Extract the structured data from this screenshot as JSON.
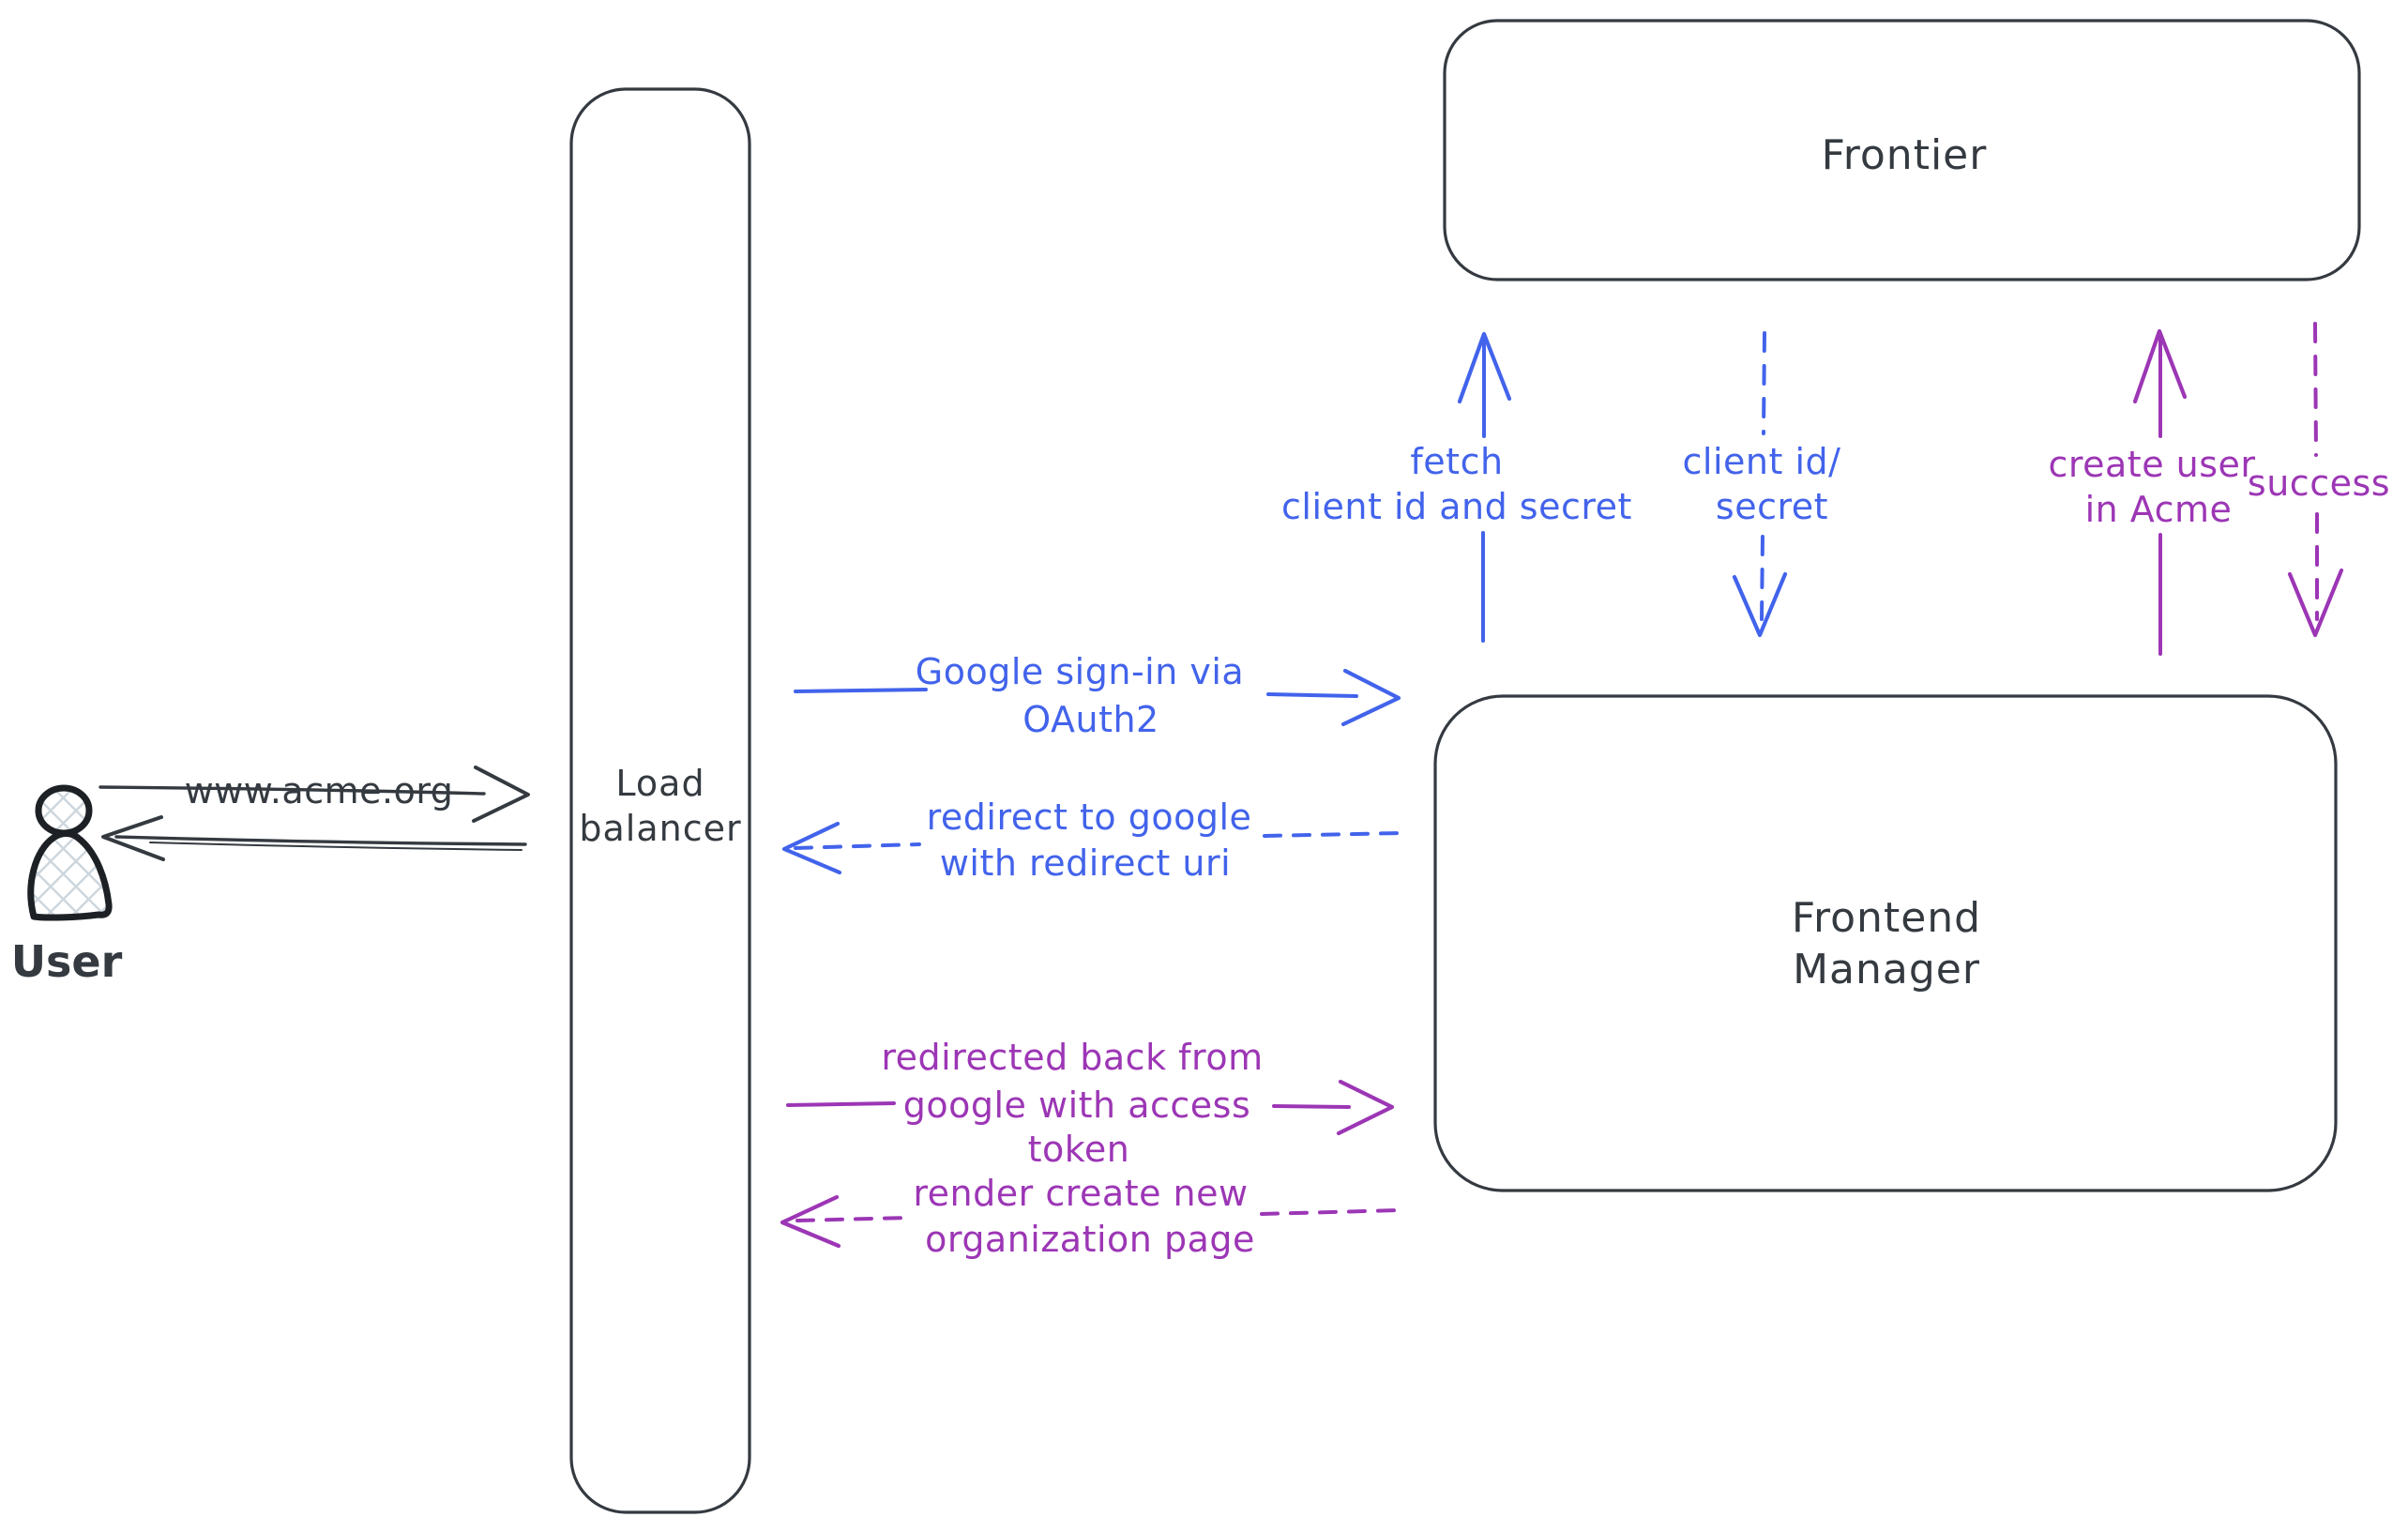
{
  "colors": {
    "ink": "#343a40",
    "blue": "#4263eb",
    "purple": "#9c36b5",
    "hatch": "#cdd6dd",
    "background": "#ffffff"
  },
  "nodes": {
    "user": {
      "label": "User"
    },
    "load_balancer": {
      "line1": "Load",
      "line2": "balancer"
    },
    "frontier": {
      "label": "Frontier"
    },
    "frontend_manager": {
      "line1": "Frontend",
      "line2": "Manager"
    }
  },
  "edges": {
    "acme_request": {
      "label": "www.acme.org"
    },
    "google_signin": {
      "line1": "Google sign-in via",
      "line2": "OAuth2"
    },
    "redirect_google": {
      "line1": "redirect to google",
      "line2": "with redirect uri"
    },
    "fetch_credentials": {
      "line1": "fetch",
      "line2": "client id and secret"
    },
    "client_id_secret": {
      "line1": "client id/",
      "line2": "secret"
    },
    "create_user": {
      "line1": "create user",
      "line2": "in Acme"
    },
    "success": {
      "label": "success"
    },
    "redirected_back": {
      "line1": "redirected back from",
      "line2": "google with access",
      "line3": "token"
    },
    "render_org_page": {
      "line1": "render create new",
      "line2": "organization page"
    }
  }
}
